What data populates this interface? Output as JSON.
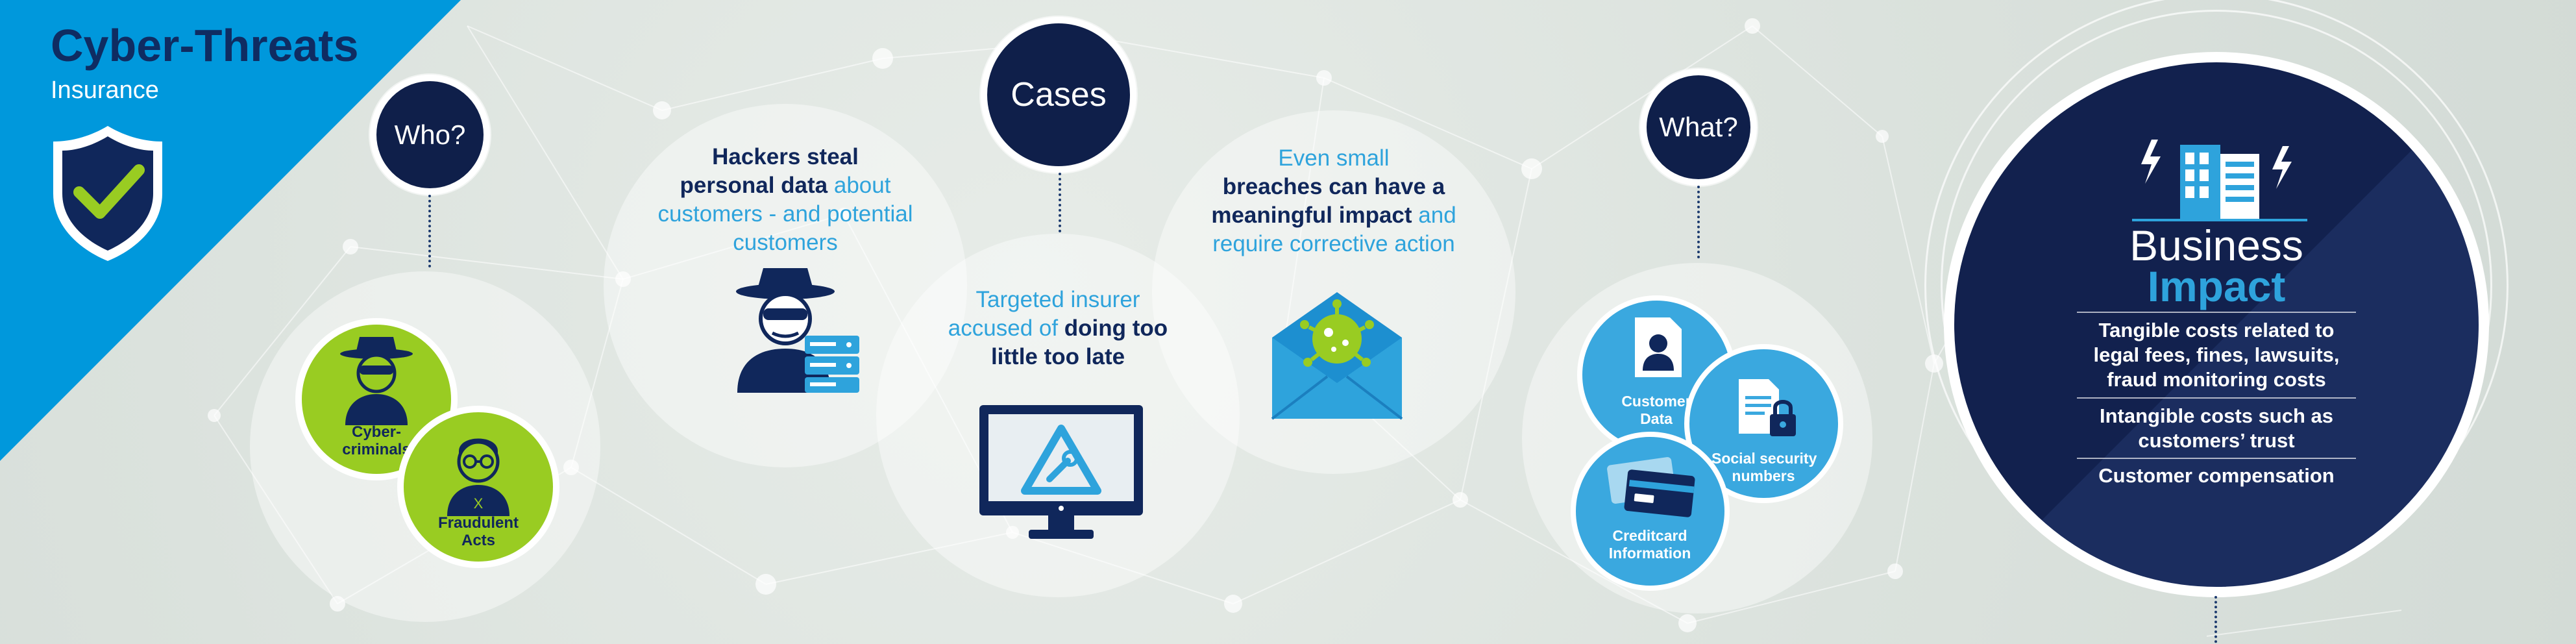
{
  "header": {
    "title": "Cyber-Threats",
    "subtitle": "Insurance"
  },
  "who": {
    "label": "Who?",
    "items": [
      {
        "lines": [
          "Cyber-",
          "criminals"
        ]
      },
      {
        "lines": [
          "Fraudulent",
          "Acts"
        ]
      }
    ]
  },
  "cases": {
    "label": "Cases",
    "case1": {
      "parts": [
        {
          "text": "Hackers steal",
          "style": "navy"
        },
        {
          "text": "personal data",
          "style": "navy"
        },
        {
          "text": " about",
          "style": "lblue"
        },
        {
          "text": "customers - and potential",
          "style": "lblue"
        },
        {
          "text": "customers",
          "style": "lblue"
        }
      ]
    },
    "case2": {
      "parts": [
        {
          "text": "Targeted insurer",
          "style": "lblue"
        },
        {
          "text": "accused of ",
          "style": "lblue"
        },
        {
          "text": "doing too",
          "style": "navy"
        },
        {
          "text": "little too late",
          "style": "navy"
        }
      ]
    },
    "case3": {
      "parts": [
        {
          "text": "Even small",
          "style": "lblue"
        },
        {
          "text": "breaches can have a",
          "style": "navy"
        },
        {
          "text": "meaningful impact",
          "style": "navy"
        },
        {
          "text": " and",
          "style": "lblue"
        },
        {
          "text": "require corrective action",
          "style": "lblue"
        }
      ]
    }
  },
  "what": {
    "label": "What?",
    "items": [
      {
        "lines": [
          "Customer",
          "Data"
        ]
      },
      {
        "lines": [
          "Social security",
          "numbers"
        ]
      },
      {
        "lines": [
          "Creditcard",
          "Information"
        ]
      }
    ]
  },
  "business_impact": {
    "title_line1": "Business",
    "title_line2": "Impact",
    "items": [
      {
        "lines": [
          "Tangible costs related to",
          "legal fees, fines, lawsuits,",
          "fraud monitoring costs"
        ]
      },
      {
        "lines": [
          "Intangible costs such as",
          "customers’ trust"
        ]
      },
      {
        "lines": [
          "Customer compensation"
        ]
      }
    ]
  },
  "colors": {
    "navy": "#10275b",
    "light_blue": "#2ea3dc",
    "triangle_blue": "#0098dc",
    "green": "#99cc22",
    "background": "#dde3df"
  },
  "icons": [
    "shield-check-icon",
    "hacker-icon",
    "server-icon",
    "monitor-warning-icon",
    "virus-envelope-icon",
    "building-lightning-icon",
    "person-card-icon",
    "document-lock-icon",
    "credit-cards-icon",
    "criminal-face-icon",
    "fraud-face-icon"
  ]
}
